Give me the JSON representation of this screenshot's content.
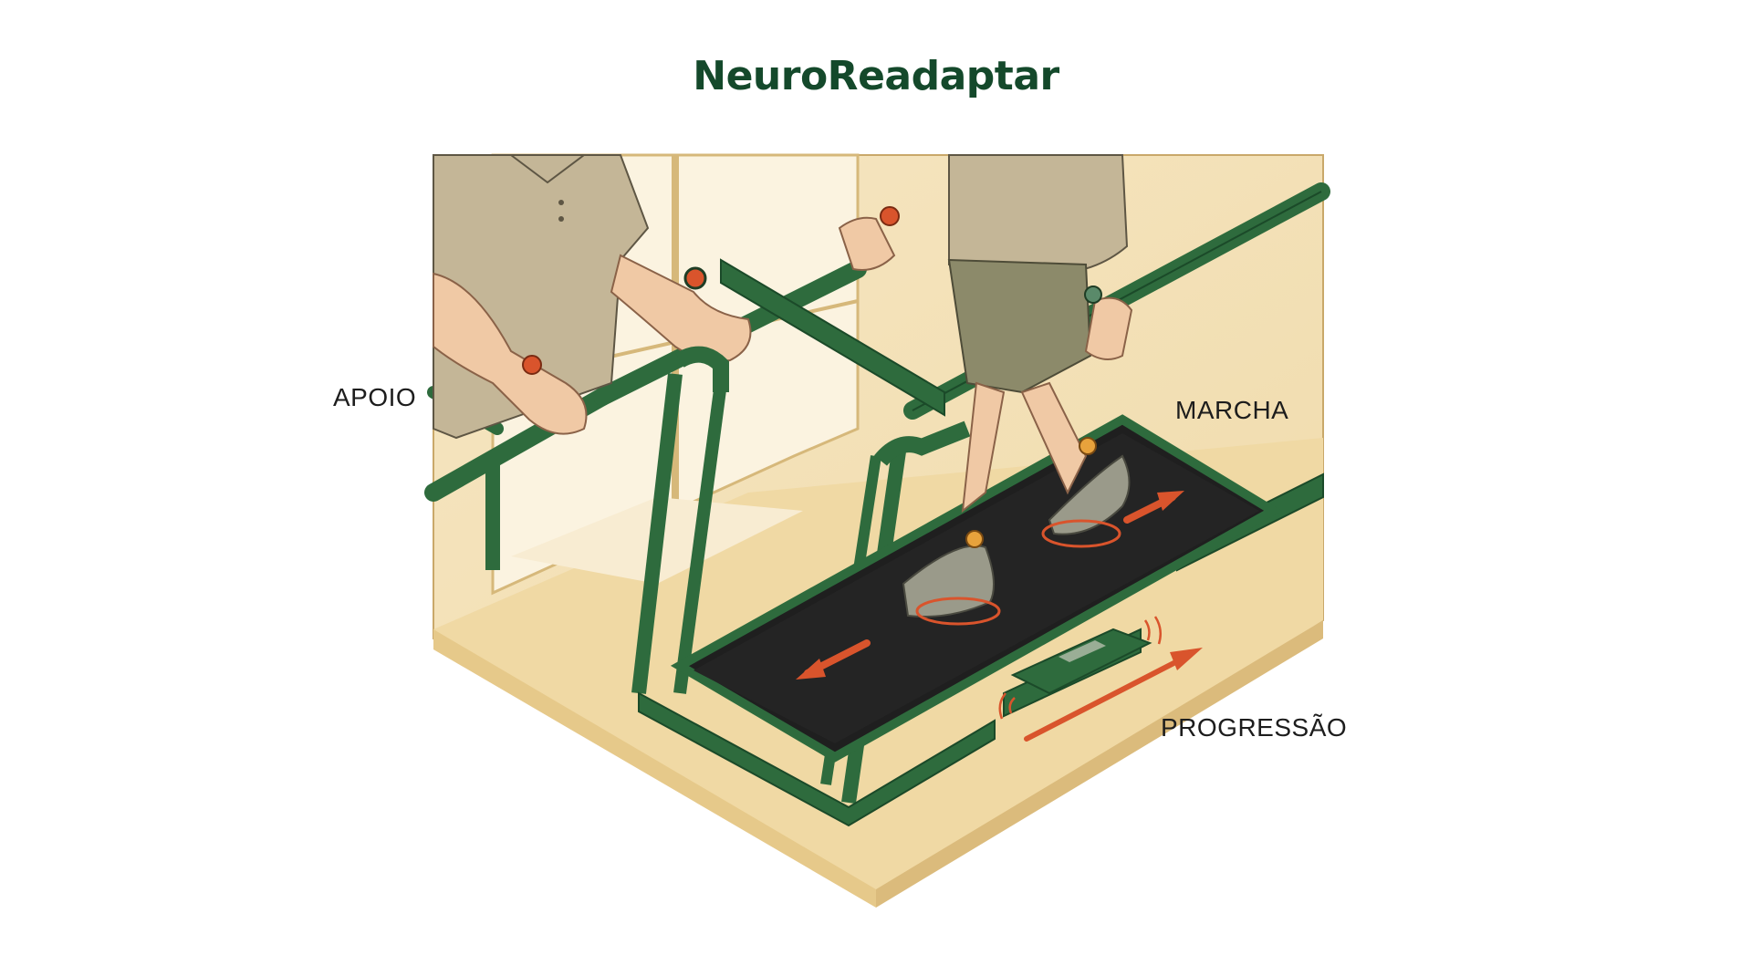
{
  "brand": {
    "title": "NeuroReadaptar"
  },
  "labels": {
    "support": "APOIO",
    "gait": "MARCHA",
    "progression": "PROGRESSÃO"
  },
  "colors": {
    "title_green": "#14492b",
    "frame_green": "#2e6b3d",
    "floor_beige": "#f0dcaa",
    "wall_beige": "#f4e3bd",
    "belt_black": "#1f1f1f",
    "sensor_orange": "#d9542c",
    "arrow_orange": "#d9542c"
  },
  "icons": {
    "motion_arrow": "arrow-icon",
    "sensor": "sensor-dot-icon",
    "signal": "signal-waves-icon"
  }
}
